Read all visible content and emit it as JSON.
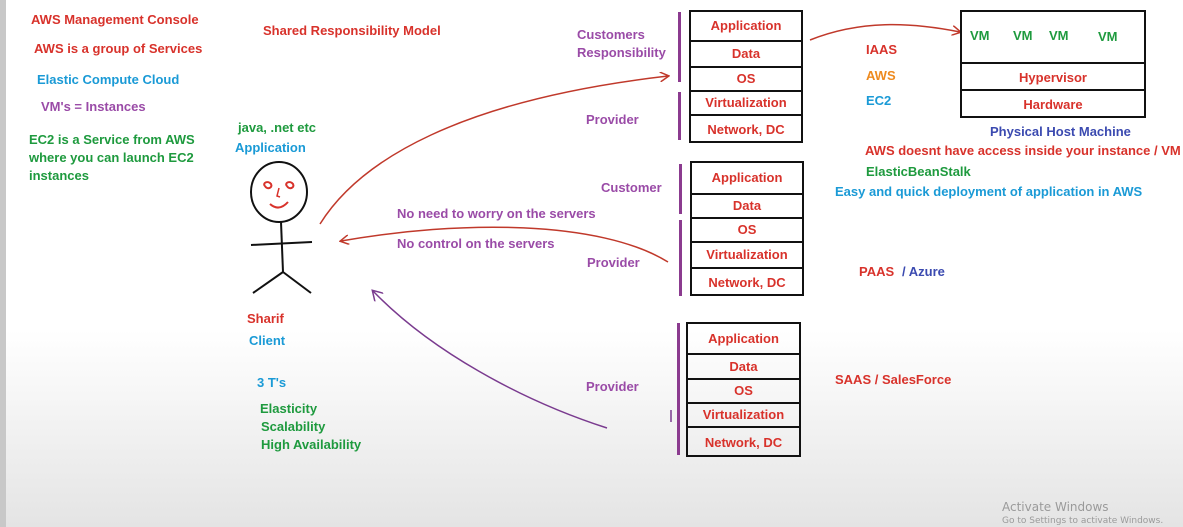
{
  "left_notes": {
    "aws_console": "AWS Management Console",
    "aws_group": "AWS is a group of Services",
    "elastic": "Elastic Compute Cloud",
    "vms": "VM's = Instances",
    "ec2_line1": "EC2 is a Service from AWS",
    "ec2_line2": "where you can launch EC2",
    "ec2_line3": "instances"
  },
  "title": "Shared Responsibility Model",
  "person": {
    "tech": "java, .net etc",
    "app": "Application",
    "name": "Sharif",
    "role": "Client"
  },
  "three_ts": {
    "heading": "3 T's",
    "items": [
      "Elasticity",
      "Scalability",
      "High Availability"
    ]
  },
  "arrows": {
    "no_worry": "No need to worry on the servers",
    "no_control": "No control on the servers"
  },
  "iaas": {
    "customer_label_1": "Customers",
    "customer_label_2": "Responsibility",
    "provider_label": "Provider",
    "cells": [
      "Application",
      "Data",
      "OS",
      "Virtualization",
      "Network, DC"
    ],
    "side_1": "IAAS",
    "side_2": "AWS",
    "side_3": "EC2"
  },
  "host": {
    "vms": [
      "VM",
      "VM",
      "VM",
      "VM"
    ],
    "hypervisor": "Hypervisor",
    "hardware": "Hardware",
    "caption": "Physical Host Machine"
  },
  "notes_right": {
    "no_access": "AWS doesnt have access inside your instance / VM",
    "beanstalk": "ElasticBeanStalk",
    "deploy": "Easy and quick deployment of application in AWS"
  },
  "paas": {
    "customer_label": "Customer",
    "provider_label": "Provider",
    "cells": [
      "Application",
      "Data",
      "OS",
      "Virtualization",
      "Network, DC"
    ],
    "side_1": "PAAS",
    "side_2": "/ Azure"
  },
  "saas": {
    "provider_label": "Provider",
    "cells": [
      "Application",
      "Data",
      "OS",
      "Virtualization",
      "Network, DC"
    ],
    "side": "SAAS / SalesForce"
  },
  "watermark": {
    "line1": "Activate Windows",
    "line2": "Go to Settings to activate Windows."
  },
  "colors": {
    "red": "#d8322b",
    "cyan": "#1a9ad6",
    "purple": "#9a4ba7",
    "green": "#1e9a3e",
    "orange": "#ee8a1e",
    "navy": "#3b4ab0"
  }
}
